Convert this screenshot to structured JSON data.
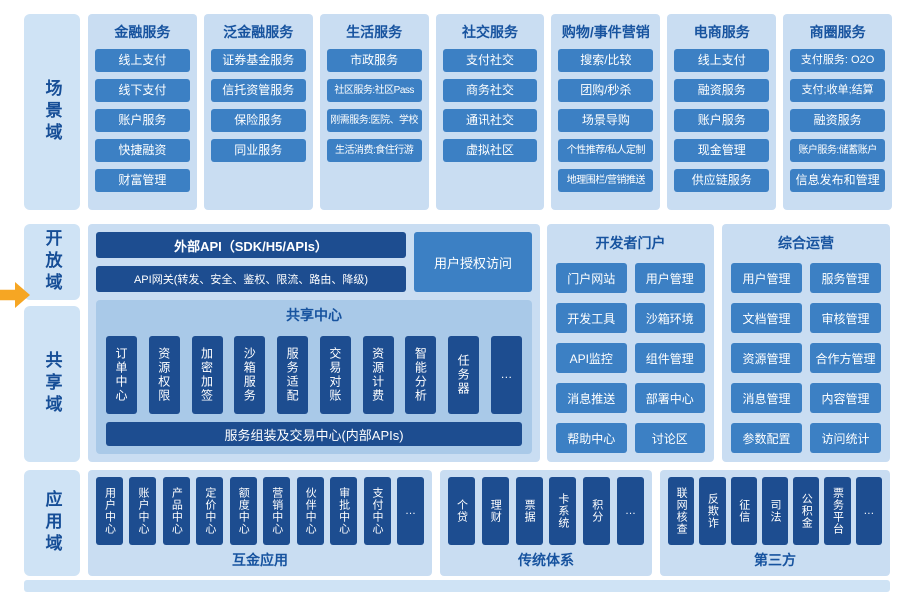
{
  "domains": [
    "场景域",
    "开放域",
    "共享域",
    "应用域"
  ],
  "scenario": {
    "columns": [
      {
        "title": "金融服务",
        "items": [
          "线上支付",
          "线下支付",
          "账户服务",
          "快捷融资",
          "财富管理"
        ]
      },
      {
        "title": "泛金融服务",
        "items": [
          "证券基金服务",
          "信托资管服务",
          "保险服务",
          "同业服务"
        ]
      },
      {
        "title": "生活服务",
        "items": [
          "市政服务",
          "社区服务:社区Pass",
          "刚需服务:医院、学校",
          "生活消费:食住行游"
        ]
      },
      {
        "title": "社交服务",
        "items": [
          "支付社交",
          "商务社交",
          "通讯社交",
          "虚拟社区"
        ]
      },
      {
        "title": "购物/事件营销",
        "items": [
          "搜索/比较",
          "团购/秒杀",
          "场景导购",
          "个性推荐/私人定制",
          "地理围栏/营销推送"
        ]
      },
      {
        "title": "电商服务",
        "items": [
          "线上支付",
          "融资服务",
          "账户服务",
          "现金管理",
          "供应链服务"
        ]
      },
      {
        "title": "商圈服务",
        "items": [
          "支付服务: O2O",
          "支付;收单;结算",
          "融资服务",
          "账户服务:储蓄账户",
          "信息发布和管理"
        ]
      }
    ]
  },
  "open": {
    "external_api": "外部API（SDK/H5/APIs）",
    "api_gateway": "API网关(转发、安全、鉴权、限流、路由、降级)",
    "user_auth": "用户授权访问"
  },
  "shared": {
    "title": "共享中心",
    "items": [
      "订单中心",
      "资源权限",
      "加密加签",
      "沙箱服务",
      "服务适配",
      "交易对账",
      "资源计费",
      "智能分析",
      "任务器",
      "…"
    ],
    "assembly": "服务组装及交易中心(内部APIs)"
  },
  "portal": {
    "title": "开发者门户",
    "items": [
      "门户网站",
      "用户管理",
      "开发工具",
      "沙箱环境",
      "API监控",
      "组件管理",
      "消息推送",
      "部署中心",
      "帮助中心",
      "讨论区"
    ]
  },
  "operations": {
    "title": "综合运营",
    "items": [
      "用户管理",
      "服务管理",
      "文档管理",
      "审核管理",
      "资源管理",
      "合作方管理",
      "消息管理",
      "内容管理",
      "参数配置",
      "访问统计"
    ]
  },
  "application": {
    "groups": [
      {
        "title": "互金应用",
        "items": [
          "用户中心",
          "账户中心",
          "产品中心",
          "定价中心",
          "额度中心",
          "营销中心",
          "伙伴中心",
          "审批中心",
          "支付中心",
          "…"
        ]
      },
      {
        "title": "传统体系",
        "items": [
          "个贷",
          "理财",
          "票据",
          "卡系统",
          "积分",
          "…"
        ]
      },
      {
        "title": "第三方",
        "items": [
          "联网核查",
          "反欺诈",
          "征信",
          "司法",
          "公积金",
          "票务平台",
          "…"
        ]
      }
    ]
  },
  "colors": {
    "panel_light": "#c9ddf2",
    "panel_mid": "#a9c9e8",
    "button_blue": "#3c80c4",
    "button_dark": "#1d4d90",
    "title_text": "#17539f",
    "label_bg": "#cfe3f5",
    "label_text": "#164e97",
    "arrow_orange": "#f6a623"
  }
}
